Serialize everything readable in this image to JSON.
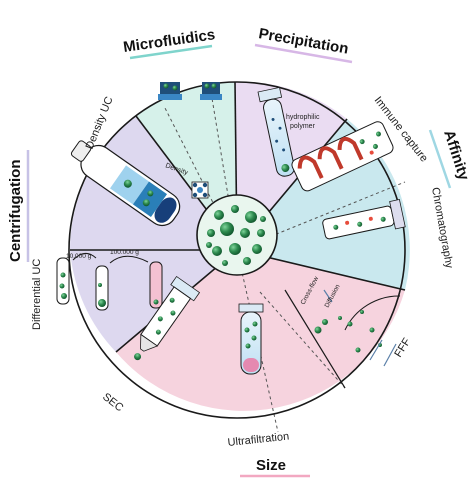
{
  "categories": {
    "microfluidics": {
      "label": "Microfluidics",
      "underline_color": "#7fd4cc"
    },
    "precipitation": {
      "label": "Precipitation",
      "underline_color": "#d7b7e6"
    },
    "affinity": {
      "label": "Affinity",
      "underline_color": "#9fd7e3"
    },
    "centrifugation": {
      "label": "Centrifugation",
      "underline_color": "#c7c2e6"
    },
    "size": {
      "label": "Size",
      "underline_color": "#f2a8c1"
    }
  },
  "methods": {
    "density_uc": "Density UC",
    "differential_uc": "Differential UC",
    "immune_capture": "Immune capture",
    "chromatography": "Chromatography",
    "ultrafiltration": "Ultrafiltration",
    "sec": "SEC",
    "fff": "FFF"
  },
  "annotations": {
    "density": "Density",
    "hydrophilic_polymer_line1": "hydrophilic",
    "hydrophilic_polymer_line2": "polymer",
    "speed_low": "10.000 g",
    "speed_high": "100.000 g",
    "cross_flow": "Cross-flow",
    "diffusion": "Diffusion"
  },
  "colors": {
    "centrifugation_bg": "#ddd8ef",
    "microfluidics_bg": "#d6f1ea",
    "precipitation_bg": "#eadcf2",
    "affinity_bg": "#c9e8ee",
    "size_bg": "#f6d3de",
    "vesicle_green": "#2e8b4f",
    "vesicle_dark": "#145c31"
  }
}
